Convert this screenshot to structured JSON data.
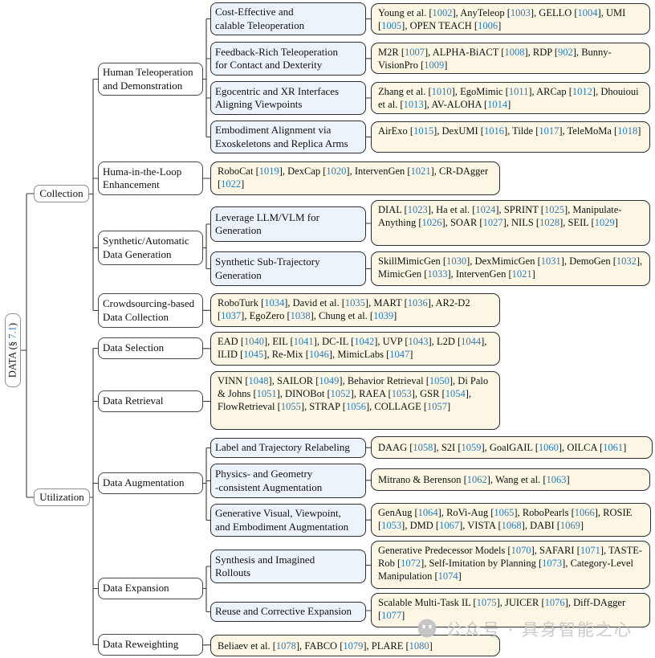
{
  "root": {
    "pre": "DATA (§ ",
    "num": "7.1",
    "post": ")"
  },
  "nodes": {
    "collection": {
      "label": "Collection"
    },
    "utilization": {
      "label": "Utilization"
    },
    "human_teleop": {
      "label": "Human Teleoperation\nand Demonstration"
    },
    "hitl": {
      "label": "Huma-in-the-Loop\nEnhancement"
    },
    "synthetic": {
      "label": "Synthetic/Automatic\nData Generation"
    },
    "crowdsourcing": {
      "label": "Crowdsourcing-based\nData Collection"
    },
    "selection": {
      "label": "Data Selection"
    },
    "retrieval": {
      "label": "Data Retrieval"
    },
    "augmentation": {
      "label": "Data Augmentation"
    },
    "expansion": {
      "label": "Data Expansion"
    },
    "reweighting": {
      "label": "Data Reweighting"
    },
    "cost_effective": {
      "label": "Cost-Effective and\ncalable Teleoperation"
    },
    "feedback_rich": {
      "label": "Feedback-Rich Teleoperation\nfor Contact and Dexterity"
    },
    "egocentric": {
      "label": "Egocentric and XR Interfaces\nAligning Viewpoints"
    },
    "embodiment": {
      "label": "Embodiment Alignment via\nExoskeletons and Replica Arms"
    },
    "leverage_llm": {
      "label": "Leverage LLM/VLM for\nGeneration"
    },
    "sub_trajectory": {
      "label": "Synthetic Sub-Trajectory\nGeneration"
    },
    "relabeling": {
      "label": "Label and Trajectory Relabeling"
    },
    "physics": {
      "label": "Physics- and Geometry\n-consistent Augmentation"
    },
    "generative_visual": {
      "label": "Generative Visual, Viewpoint,\nand Embodiment Augmentation"
    },
    "synthesis_rollouts": {
      "label": "Synthesis and Imagined\nRollouts"
    },
    "reuse_corrective": {
      "label": "Reuse and Corrective Expansion"
    }
  },
  "leaves": {
    "c1": {
      "items": [
        {
          "name": "Young et al.",
          "ref": "1002"
        },
        {
          "name": "AnyTeleop",
          "ref": "1003"
        },
        {
          "name": "GELLO",
          "ref": "1004"
        },
        {
          "name": "UMI",
          "ref": "1005"
        },
        {
          "name": "OPEN TEACH",
          "ref": "1006"
        }
      ]
    },
    "c2": {
      "items": [
        {
          "name": "M2R",
          "ref": "1007"
        },
        {
          "name": "ALPHA-BiACT",
          "ref": "1008"
        },
        {
          "name": "RDP",
          "ref": "902"
        },
        {
          "name": "Bunny-VisionPro",
          "ref": "1009"
        }
      ]
    },
    "c3": {
      "items": [
        {
          "name": "Zhang et al.",
          "ref": "1010"
        },
        {
          "name": "EgoMimic",
          "ref": "1011"
        },
        {
          "name": "ARCap",
          "ref": "1012"
        },
        {
          "name": "Dhouioui et al.",
          "ref": "1013"
        },
        {
          "name": "AV-ALOHA",
          "ref": "1014"
        }
      ]
    },
    "c4": {
      "items": [
        {
          "name": "AirExo",
          "ref": "1015"
        },
        {
          "name": "DexUMI",
          "ref": "1016"
        },
        {
          "name": "Tilde",
          "ref": "1017"
        },
        {
          "name": "TeleMoMa",
          "ref": "1018"
        }
      ]
    },
    "c5": {
      "items": [
        {
          "name": "RoboCat",
          "ref": "1019"
        },
        {
          "name": "DexCap",
          "ref": "1020"
        },
        {
          "name": "IntervenGen",
          "ref": "1021"
        },
        {
          "name": "CR-DAgger",
          "ref": "1022"
        }
      ]
    },
    "c6": {
      "items": [
        {
          "name": "DIAL",
          "ref": "1023"
        },
        {
          "name": "Ha et al.",
          "ref": "1024"
        },
        {
          "name": "SPRINT",
          "ref": "1025"
        },
        {
          "name": "Manipulate-Anything",
          "ref": "1026"
        },
        {
          "name": "SOAR",
          "ref": "1027"
        },
        {
          "name": "NILS",
          "ref": "1028"
        },
        {
          "name": "SEIL",
          "ref": "1029"
        }
      ]
    },
    "c7": {
      "items": [
        {
          "name": "SkillMimicGen",
          "ref": "1030"
        },
        {
          "name": "DexMimicGen",
          "ref": "1031"
        },
        {
          "name": "DemoGen",
          "ref": "1032"
        },
        {
          "name": "MimicGen",
          "ref": "1033"
        },
        {
          "name": "IntervenGen",
          "ref": "1021"
        }
      ]
    },
    "c8": {
      "items": [
        {
          "name": "RoboTurk",
          "ref": "1034"
        },
        {
          "name": "David et al.",
          "ref": "1035"
        },
        {
          "name": "MART",
          "ref": "1036"
        },
        {
          "name": "AR2-D2",
          "ref": "1037"
        },
        {
          "name": "EgoZero",
          "ref": "1038"
        },
        {
          "name": "Chung et al.",
          "ref": "1039"
        }
      ]
    },
    "c9": {
      "items": [
        {
          "name": "EAD",
          "ref": "1040"
        },
        {
          "name": "EIL",
          "ref": "1041"
        },
        {
          "name": "DC-IL",
          "ref": "1042"
        },
        {
          "name": "UVP",
          "ref": "1043"
        },
        {
          "name": "L2D",
          "ref": "1044"
        },
        {
          "name": "ILID",
          "ref": "1045"
        },
        {
          "name": "Re-Mix",
          "ref": "1046"
        },
        {
          "name": "MimicLabs",
          "ref": "1047"
        }
      ]
    },
    "c10": {
      "items": [
        {
          "name": "VINN",
          "ref": "1048"
        },
        {
          "name": "SAILOR",
          "ref": "1049"
        },
        {
          "name": "Behavior Retrieval",
          "ref": "1050"
        },
        {
          "name": "Di Palo & Johns",
          "ref": "1051"
        },
        {
          "name": "DINOBot",
          "ref": "1052"
        },
        {
          "name": "RAEA",
          "ref": "1053"
        },
        {
          "name": "GSR",
          "ref": "1054"
        },
        {
          "name": "FlowRetrieval",
          "ref": "1055"
        },
        {
          "name": "STRAP",
          "ref": "1056"
        },
        {
          "name": "COLLAGE",
          "ref": "1057"
        }
      ]
    },
    "c11": {
      "items": [
        {
          "name": "DAAG",
          "ref": "1058"
        },
        {
          "name": "S2I",
          "ref": "1059"
        },
        {
          "name": "GoalGAIL",
          "ref": "1060"
        },
        {
          "name": "OILCA",
          "ref": "1061"
        }
      ]
    },
    "c12": {
      "items": [
        {
          "name": "Mitrano & Berenson",
          "ref": "1062"
        },
        {
          "name": "Wang et al.",
          "ref": "1063"
        }
      ]
    },
    "c13": {
      "items": [
        {
          "name": "GenAug",
          "ref": "1064"
        },
        {
          "name": "RoVi-Aug",
          "ref": "1065"
        },
        {
          "name": "RoboPearls",
          "ref": "1066"
        },
        {
          "name": "ROSIE",
          "ref": "1053"
        },
        {
          "name": "DMD",
          "ref": "1067"
        },
        {
          "name": "VISTA",
          "ref": "1068"
        },
        {
          "name": "DABI",
          "ref": "1069"
        }
      ]
    },
    "c14": {
      "items": [
        {
          "name": "Generative Predecessor Models",
          "ref": "1070"
        },
        {
          "name": "SAFARI",
          "ref": "1071"
        },
        {
          "name": "TASTE-Rob",
          "ref": "1072"
        },
        {
          "name": "Self-Imitation by Planning",
          "ref": "1073"
        },
        {
          "name": "Category-Level Manipulation",
          "ref": "1074"
        }
      ]
    },
    "c15": {
      "items": [
        {
          "name": "Scalable Multi-Task IL",
          "ref": "1075"
        },
        {
          "name": "JUICER",
          "ref": "1076"
        },
        {
          "name": "Diff-DAgger",
          "ref": "1077"
        }
      ]
    },
    "c16": {
      "items": [
        {
          "name": "Beliaev et al.",
          "ref": "1078"
        },
        {
          "name": "FABCO",
          "ref": "1079"
        },
        {
          "name": "PLARE",
          "ref": "1080"
        }
      ]
    }
  },
  "watermark": {
    "text": "公众号 · 具身智能之心"
  },
  "colors": {
    "link_blue": "#2b7cbe",
    "leaf_bg": "#fbf7e4",
    "branch_bg": "#edf3fa"
  }
}
